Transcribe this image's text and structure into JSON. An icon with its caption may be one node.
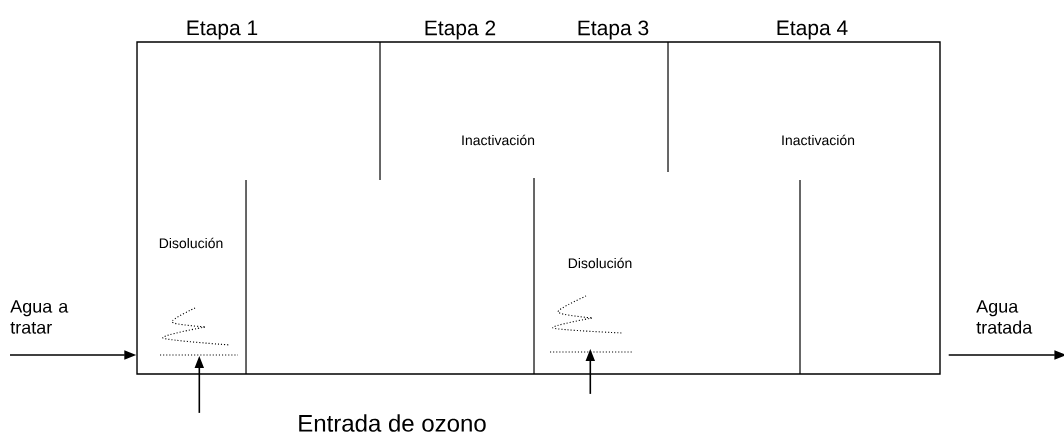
{
  "diagram": {
    "nodes": [
      {
        "text": [],
        "shape": "box"
      },
      {
        "text": [],
        "shape": "picture",
        "in": 0
      },
      {
        "text": [],
        "shape": "picture",
        "in": 0
      },
      {
        "text": [
          "Agua a tratar"
        ]
      },
      {
        "text": [
          "Agua tratada"
        ]
      }
    ],
    "edges": [
      {
        "from": 3,
        "to": 0,
        "arrow": "to"
      },
      {
        "from": 0,
        "to": 4,
        "arrow": "to"
      },
      {
        "from": null,
        "to": 1,
        "arrow": "to"
      },
      {
        "from": null,
        "to": 2,
        "arrow": "to"
      }
    ],
    "labels": [
      "Etapa 1",
      "Etapa 2",
      "Etapa 3",
      "Etapa 4",
      "Inactivación",
      "Inactivación",
      "Disolución",
      "Disolución",
      "Entrada de ozono"
    ]
  }
}
